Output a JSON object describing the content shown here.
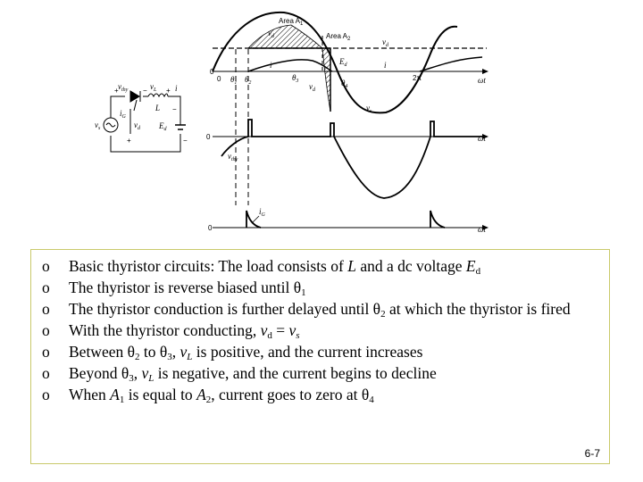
{
  "figure": {
    "labels": {
      "area_a1": "Area A",
      "area_a1_sub": "1",
      "area_a2": "Area A",
      "area_a2_sub": "2",
      "vd_top": "v",
      "vd_top_sub": "d",
      "vd_mid": "v",
      "vd_mid_sub": "d",
      "vd_right": "v",
      "vd_right_sub": "d",
      "ed": "E",
      "ed_sub": "d",
      "i_left": "i",
      "i_right": "i",
      "vs": "v",
      "vs_sub": "s",
      "zero_top": "0",
      "zero_axis": "0",
      "theta1": "θ",
      "theta1_sub": "1",
      "theta2": "θ",
      "theta2_sub": "2",
      "theta3": "θ",
      "theta3_sub": "3",
      "theta4": "θ",
      "theta4_sub": "4",
      "two_pi": "2π",
      "omega_t_1": "ωt",
      "omega_t_2": "ωt",
      "omega_t_3": "ωt",
      "zero_2": "0",
      "zero_3": "0",
      "vthy_wave": "v",
      "vthy_wave_sub": "thy",
      "ig_wave": "i",
      "ig_wave_sub": "G"
    },
    "circuit": {
      "vthy": "v",
      "vthy_sub": "thy",
      "vl": "v",
      "vl_sub": "L",
      "i": "i",
      "l": "L",
      "ig": "i",
      "ig_sub": "G",
      "vs": "v",
      "vs_sub": "s",
      "vd": "v",
      "vd_sub": "d",
      "ed": "E",
      "ed_sub": "d",
      "plus1": "+",
      "minus1": "−",
      "plus2": "+",
      "minus2": "−",
      "plus3": "+",
      "minus3": "−"
    }
  },
  "bullets": {
    "marker": "o",
    "b1": {
      "t1": "Basic thyristor circuits: The load consists of ",
      "l": "L",
      "t2": " and a dc voltage ",
      "e": "E",
      "sub": "d"
    },
    "b2": {
      "t1": "The thyristor is reverse biased until θ",
      "sub": "1"
    },
    "b3": {
      "t1": "The thyristor conduction is further delayed until θ",
      "sub": "2",
      "t2": " at which the thyristor is fired"
    },
    "b4": {
      "t1": "With the thyristor conducting, ",
      "v1": "v",
      "sub1": "d",
      "eq": " = ",
      "v2": "v",
      "sub2": "s"
    },
    "b5": {
      "t1": "Between θ",
      "sub1": "2",
      "t2": " to θ",
      "sub2": "3",
      "t3": ", ",
      "v": "v",
      "sub3": "L",
      "t4": " is positive, and the current increases"
    },
    "b6": {
      "t1": "Beyond θ",
      "sub1": "3",
      "t2": ", ",
      "v": "v",
      "sub2": "L",
      "t3": " is negative, and the current begins to decline"
    },
    "b7": {
      "t1": "When ",
      "a1": "A",
      "sub1": "1",
      "t2": " is equal to ",
      "a2": "A",
      "sub2": "2",
      "t3": ", current goes to zero at θ",
      "sub3": "4"
    }
  },
  "page_number": "6-7"
}
